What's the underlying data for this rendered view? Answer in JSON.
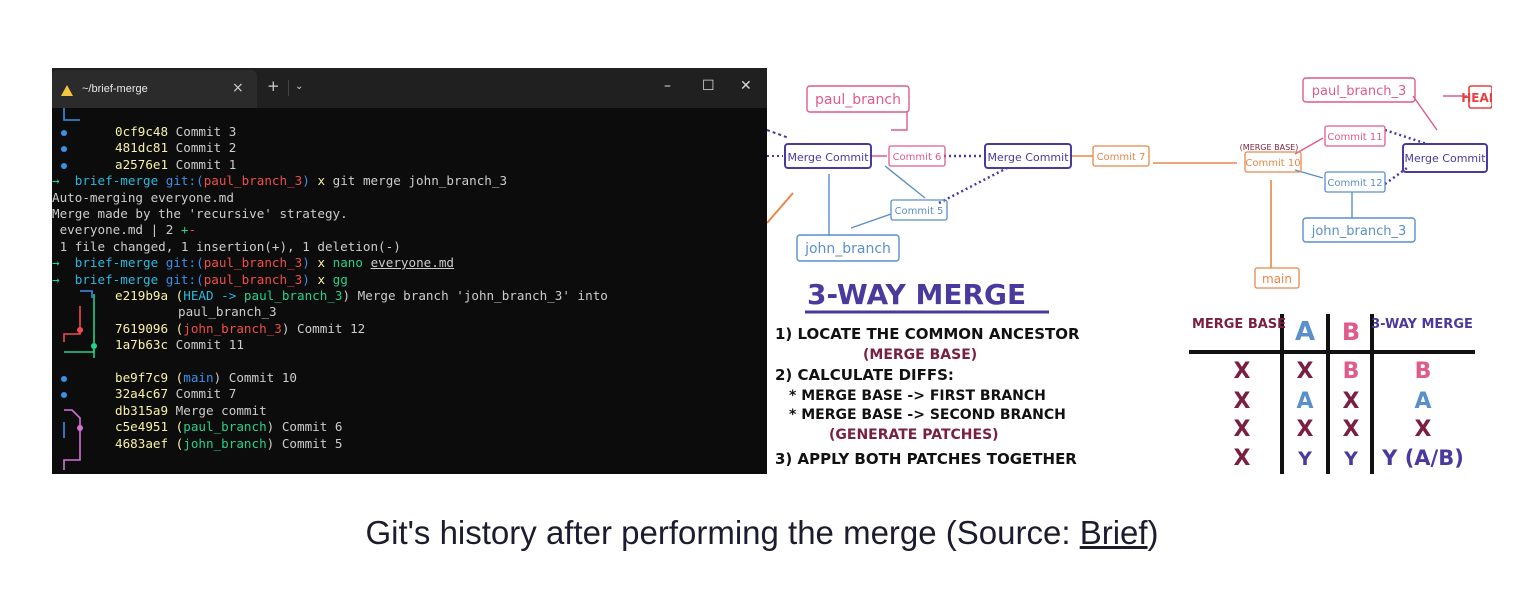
{
  "terminal": {
    "tab_title": "~/brief-merge",
    "tab_close": "×",
    "new_tab": "+",
    "tab_dropdown": "⌄",
    "window_controls": {
      "minimize": "–",
      "maximize": "☐",
      "close": "✕"
    },
    "lines": [
      {
        "hash": "0cf9c48",
        "msg": "Commit 3"
      },
      {
        "hash": "481dc81",
        "msg": "Commit 2"
      },
      {
        "hash": "a2576e1",
        "msg": "Commit 1"
      }
    ],
    "prompt1": {
      "arrow": "→",
      "dir": "brief-merge",
      "git": "git:(",
      "branch": "paul_branch_3",
      "close": ")",
      "x": "x",
      "cmd": "git merge john_branch_3"
    },
    "out1": "Auto-merging everyone.md",
    "out2": "Merge made by the 'recursive' strategy.",
    "out3_file": " everyone.md | 2 ",
    "out3_plus": "+",
    "out3_minus": "-",
    "out4": " 1 file changed, 1 insertion(+), 1 deletion(-)",
    "prompt2": {
      "arrow": "→",
      "dir": "brief-merge",
      "git": "git:(",
      "branch": "paul_branch_3",
      "close": ")",
      "x": "x",
      "cmd": "nano",
      "arg": "everyone.md"
    },
    "prompt3": {
      "arrow": "→",
      "dir": "brief-merge",
      "git": "git:(",
      "branch": "paul_branch_3",
      "close": ")",
      "x": "x",
      "cmd": "gg"
    },
    "log": [
      {
        "hash": "e219b9a",
        "pre": " (",
        "head": "HEAD -> ",
        "ref": "paul_branch_3",
        "post": ") Merge branch 'john_branch_3' into"
      },
      {
        "cont": "paul_branch_3"
      },
      {
        "hash": "7619096",
        "pre": " (",
        "ref": "john_branch_3",
        "post": ") Commit 12"
      },
      {
        "hash": "1a7b63c",
        "post": " Commit 11"
      },
      {
        "hash": "be9f7c9",
        "pre": " (",
        "ref": "main",
        "post": ") Commit 10"
      },
      {
        "hash": "32a4c67",
        "post": " Commit 7"
      },
      {
        "hash": "db315a9",
        "post": " Merge commit"
      },
      {
        "hash": "c5e4951",
        "pre": " (",
        "ref": "paul_branch",
        "post": ") Commit 6"
      },
      {
        "hash": "4683aef",
        "pre": " (",
        "ref": "john_branch",
        "post": ") Commit 5"
      }
    ]
  },
  "board": {
    "paul_branch": "paul_branch",
    "john_branch": "john_branch",
    "merge_commit_1": "Merge Commit",
    "commit6": "Commit 6",
    "commit5": "Commit 5",
    "merge_commit_2": "Merge Commit",
    "commit7": "Commit 7",
    "merge_base_label": "(MERGE BASE)",
    "commit10": "Commit 10",
    "commit11": "Commit 11",
    "commit12": "Commit 12",
    "merge_commit_3": "Merge Commit",
    "paul_branch_3": "paul_branch_3",
    "head": "HEAD",
    "john_branch_3": "john_branch_3",
    "main": "main",
    "heading": "3-WAY MERGE",
    "steps": [
      "1) LOCATE THE COMMON ANCESTOR",
      "(MERGE BASE)",
      "2) CALCULATE DIFFS:",
      "* MERGE BASE -> FIRST BRANCH",
      "* MERGE BASE -> SECOND BRANCH",
      "(GENERATE PATCHES)",
      "3) APPLY BOTH PATCHES TOGETHER"
    ],
    "table": {
      "headers": [
        "MERGE BASE",
        "A",
        "B",
        "3-WAY MERGE"
      ],
      "rows": [
        [
          "X",
          "X",
          "B",
          "B"
        ],
        [
          "X",
          "A",
          "X",
          "A"
        ],
        [
          "X",
          "X",
          "X",
          "X"
        ],
        [
          "X",
          "Y",
          "Y",
          "Y (A/B)"
        ]
      ]
    }
  },
  "caption": {
    "text": "Git's history after performing the merge (Source: ",
    "link": "Brief",
    "end": ")"
  },
  "colors": {
    "pink": "#e05a8a",
    "blue": "#5b8fc9",
    "purple": "#4a3a9e",
    "orange": "#e8874a",
    "maroon": "#7a1f3d"
  }
}
